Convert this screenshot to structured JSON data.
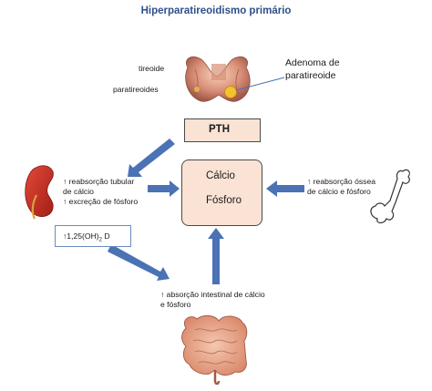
{
  "diagram": {
    "title": "Hiperparatireoidismo primário",
    "labels": {
      "tireoide": "tireoide",
      "paratireoides": "paratireoides",
      "adenoma_line1": "Adenoma de",
      "adenoma_line2": "paratireoide",
      "pth": "PTH",
      "calcio": "Cálcio",
      "fosforo": "Fósforo",
      "kidney_line1": "↑ reabsorção tubular",
      "kidney_line2": "de cálcio",
      "kidney_line3": "↑ excreção de fósforo",
      "bone_line1": "↑ reabsorção óssea",
      "bone_line2": "de cálcio  e fósforo",
      "vitd_prefix": "↑1,25(OH)",
      "vitd_sub": "2",
      "vitd_suffix": " D",
      "gut_line1": "↑ absorção intestinal de cálcio",
      "gut_line2": "e fósforo"
    },
    "colors": {
      "arrow_blue": "#4a72b5",
      "up_red": "#d8242a",
      "box_fill": "#fae3d4",
      "title": "#2e4f8a"
    }
  }
}
